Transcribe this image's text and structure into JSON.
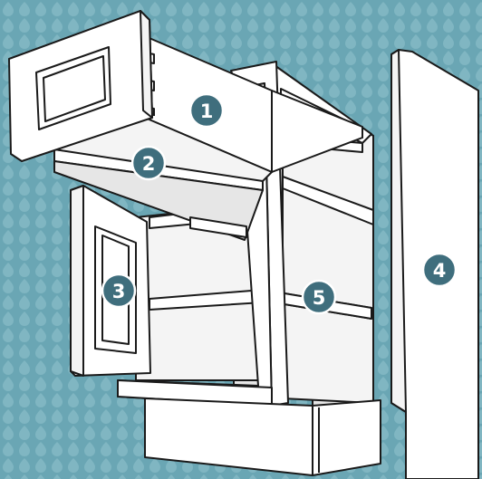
{
  "colors": {
    "background": "#6aa6b4",
    "background_pattern": "#80b6c2",
    "badge_fill": "#3f6e7d",
    "badge_stroke": "#ffffff",
    "outline": "#1a1a1a",
    "part_fill": "#ffffff"
  },
  "callouts": [
    {
      "id": "1",
      "label": "1"
    },
    {
      "id": "2",
      "label": "2"
    },
    {
      "id": "3",
      "label": "3"
    },
    {
      "id": "4",
      "label": "4"
    },
    {
      "id": "5",
      "label": "5"
    }
  ]
}
